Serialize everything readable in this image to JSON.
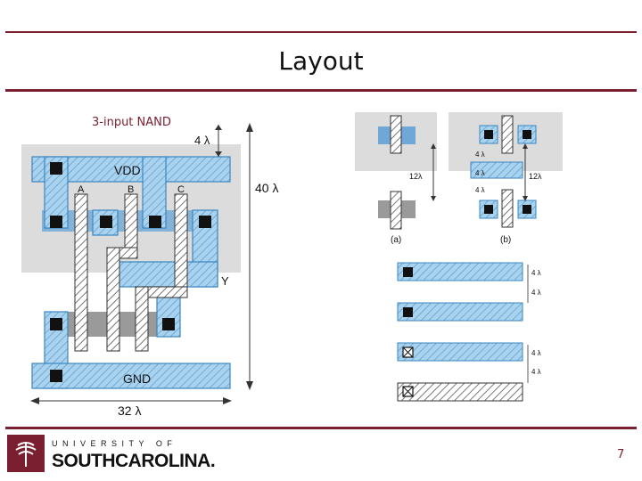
{
  "slide": {
    "title": "Layout",
    "subtitle": "3-input NAND",
    "page_number": "7"
  },
  "layout_diagram": {
    "vdd_label": "VDD",
    "gnd_label": "GND",
    "input_labels": [
      "A",
      "B",
      "C"
    ],
    "output_label": "Y",
    "top_spacing": "4 λ",
    "height_label": "40 λ",
    "width_label": "32 λ"
  },
  "spacing_diagram": {
    "spacing_a": "12λ",
    "spacing_b": "12λ",
    "gap_labels": [
      "4 λ",
      "4 λ",
      "4 λ"
    ],
    "caption_a": "(a)",
    "caption_b": "(b)",
    "bar_gaps_top": [
      "4 λ",
      "4 λ"
    ],
    "bar_gaps_bottom": [
      "4 λ",
      "4 λ"
    ]
  },
  "footer": {
    "university_line1": "UNIVERSITY OF",
    "university_line2": "SOUTHCAROLINA."
  },
  "colors": {
    "accent": "#7a1f2f",
    "metal": "#7fb7de",
    "poly_hatch": "#555555",
    "well": "#dcdcdc"
  }
}
